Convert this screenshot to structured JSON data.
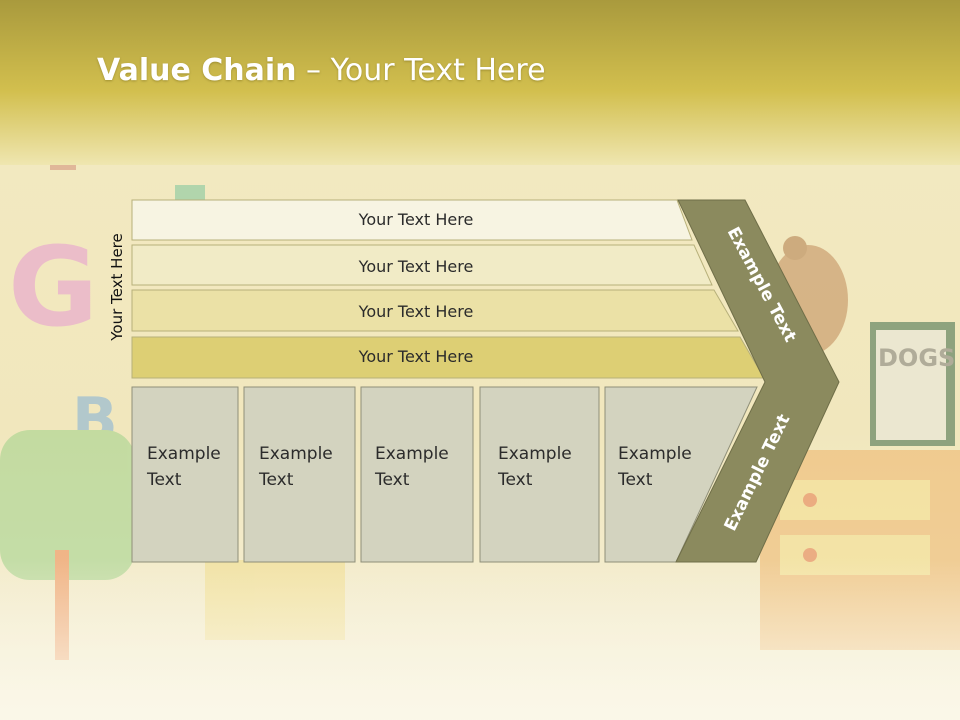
{
  "slide": {
    "title_bold": "Value Chain",
    "title_rest": " – Your Text Here",
    "side_label": "Your Text Here"
  },
  "bands": [
    {
      "label": "Your Text Here"
    },
    {
      "label": "Your Text Here"
    },
    {
      "label": "Your Text Here"
    },
    {
      "label": "Your Text Here"
    }
  ],
  "boxes": [
    {
      "line1": "Example",
      "line2": "Text"
    },
    {
      "line1": "Example",
      "line2": "Text"
    },
    {
      "line1": "Example",
      "line2": "Text"
    },
    {
      "line1": "Example",
      "line2": "Text"
    },
    {
      "line1": "Example",
      "line2": "Text"
    }
  ],
  "chevron": {
    "upper_label": "Example Text",
    "lower_label": "Example Text"
  },
  "colors": {
    "header_band": "#c9b84a",
    "chevron_fill": "#8b8a5e",
    "box_fill": "#d3d3bf",
    "band_fills": [
      "#f7f4e2",
      "#f1ebc6",
      "#ebe1a6",
      "#ddcf74"
    ]
  },
  "decor": {
    "background_letters": [
      "G",
      "B"
    ],
    "sign_text": "DOGS"
  }
}
